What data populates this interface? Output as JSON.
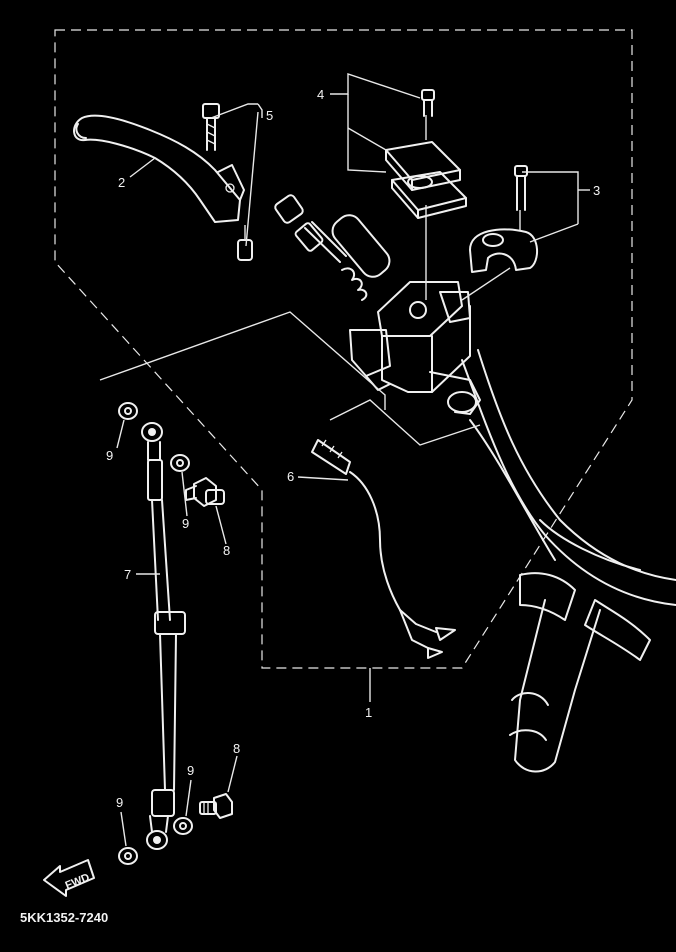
{
  "diagram": {
    "drawing_code": "5KK1352-7240",
    "direction_marker": "FWD",
    "callouts": {
      "c1": "1",
      "c2": "2",
      "c3": "3",
      "c4": "4",
      "c5": "5",
      "c6": "6",
      "c7": "7",
      "c8_upper": "8",
      "c8_lower": "8",
      "c9_a": "9",
      "c9_b": "9",
      "c9_c": "9",
      "c9_d": "9"
    },
    "colors": {
      "background": "#000000",
      "linework": "#f0f0f0"
    }
  }
}
